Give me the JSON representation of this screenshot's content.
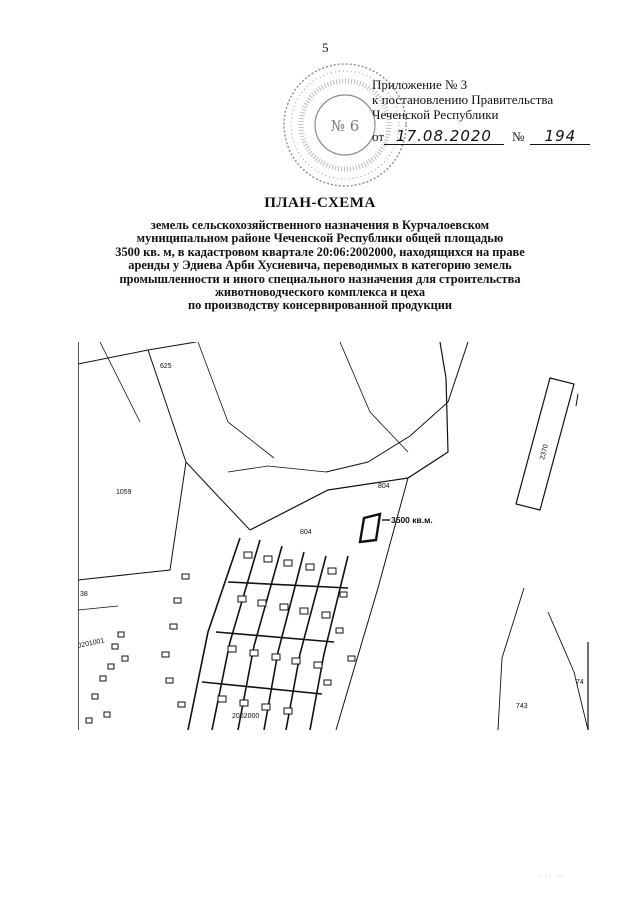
{
  "page_number": "5",
  "seal": {
    "center_text": "№ 6"
  },
  "appendix": {
    "line1": "Приложение № 3",
    "line2": "к постановлению Правительства",
    "line3": "Чеченской Республики",
    "date_prefix": "от",
    "date_value": "17.08.2020",
    "number_prefix": "№",
    "number_value": "194"
  },
  "title": "ПЛАН-СХЕМА",
  "subtitle_lines": [
    "земель сельскохозяйственного назначения в Курчалоевском",
    "муниципальном районе Чеченской Республики общей площадью",
    "3500 кв. м, в кадастровом квартале 20:06:2002000, находящихся на праве",
    "аренды у Эдиева Арби Хусиевича, переводимых в категорию земель",
    "промышленности и иного специального назначения для строительства",
    "животноводческого комплекса и цеха",
    "по производству консервированной продукции"
  ],
  "map": {
    "parcel_labels": {
      "p625": "625",
      "p1059": "1059",
      "p804a": "804",
      "p804b": "804",
      "p2370": "2370",
      "p38": "38",
      "p0201001": "0201001",
      "p743": "743",
      "p74": "74",
      "p2002000": "2002000"
    },
    "callout": "3500 кв.м."
  },
  "footer_marks": "·  ·· ··"
}
